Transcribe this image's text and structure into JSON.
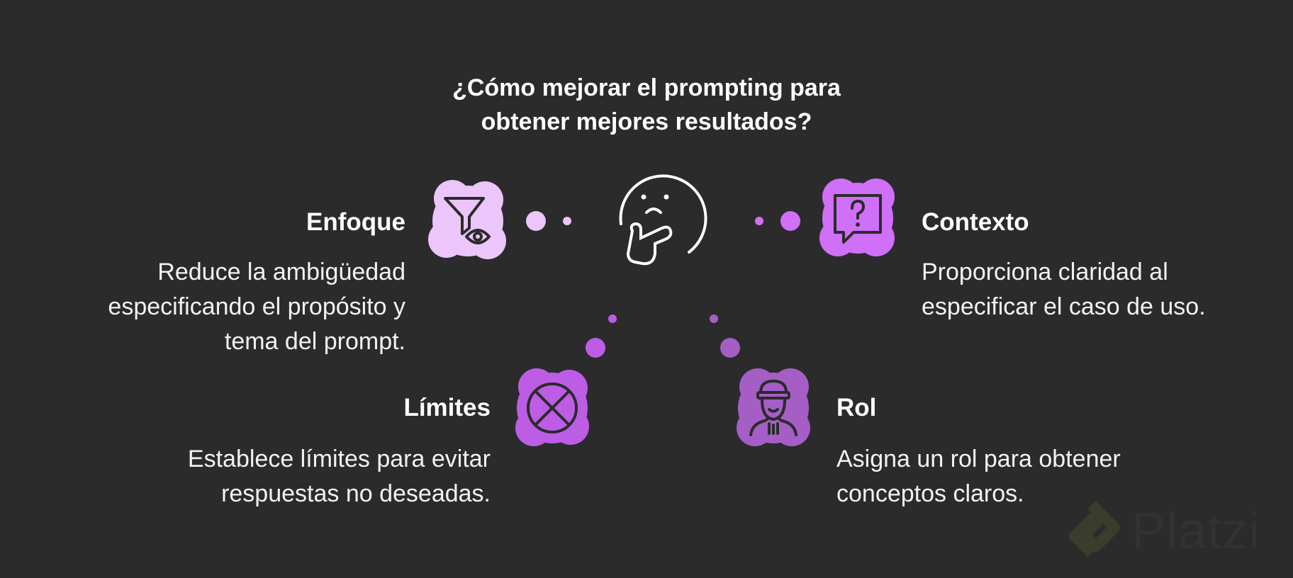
{
  "title": {
    "line1": "¿Cómo mejorar el prompting para",
    "line2": "obtener mejores resultados?"
  },
  "items": [
    {
      "heading": "Enfoque",
      "desc": [
        "Reduce la ambigüedad",
        "especificando el propósito y",
        "tema del prompt."
      ],
      "icon": "filter-eye-icon",
      "color": "#ecc5fb"
    },
    {
      "heading": "Contexto",
      "desc": [
        "Proporciona claridad al",
        "especificar el caso de uso."
      ],
      "icon": "question-bubble-icon",
      "color": "#d06ff7"
    },
    {
      "heading": "Límites",
      "desc": [
        "Establece límites para evitar",
        "respuestas no deseadas."
      ],
      "icon": "circle-x-icon",
      "color": "#bd5de6"
    },
    {
      "heading": "Rol",
      "desc": [
        "Asigna un rol para obtener",
        "conceptos claros."
      ],
      "icon": "person-hat-icon",
      "color": "#a55ec6"
    }
  ],
  "center_icon": "thinking-face-icon",
  "watermark": "Platzi"
}
